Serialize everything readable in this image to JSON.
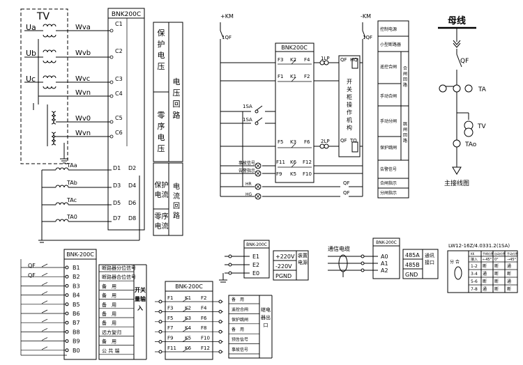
{
  "voltage_section": {
    "tv_label": "TV",
    "phases": [
      "Ua",
      "Ub",
      "Uc"
    ],
    "wires": [
      "Wva",
      "Wvb",
      "Wvc",
      "Wvn",
      "Wv0",
      "Wvn"
    ],
    "device": "BNK200C",
    "terminals": [
      "C1",
      "C2",
      "C3",
      "C4",
      "C5",
      "C6"
    ],
    "side_labels": {
      "protect_voltage": "保护电压",
      "voltage_loop": "电压回路",
      "zero_voltage": "零序电压"
    }
  },
  "current_section": {
    "cts": [
      "TAa",
      "TAb",
      "TAc",
      "TA0"
    ],
    "terminals_left": [
      "D1",
      "D3",
      "D5",
      "D7"
    ],
    "terminals_right": [
      "D2",
      "D4",
      "D6",
      "D8"
    ],
    "side_labels": {
      "protect_current": "保护电流",
      "current_loop": "电流回路",
      "zero_current": "零序电流"
    }
  },
  "control_section": {
    "plus_km": "+KM",
    "minus_km": "-KM",
    "fuse1": "1QF",
    "fuse2": "1QF",
    "device": "BNK200C",
    "row1": [
      "F3",
      "K2",
      "F4"
    ],
    "row2": [
      "F1",
      "K1",
      "F2"
    ],
    "row3": [
      "F5",
      "K3",
      "F6"
    ],
    "row4": [
      "F11",
      "K6",
      "F12"
    ],
    "row5": [
      "F9",
      "K5",
      "F10"
    ],
    "lp1": "1LP",
    "lp2": "2LP",
    "hq": "HQ",
    "tq": "TQ",
    "qf": "QF",
    "sa": "1SA",
    "mechanism": "开关柜操作机构",
    "fault_signal": "事故信号",
    "warn_signal": "告警指示",
    "hr": "HR",
    "hg": "HG",
    "right_labels": [
      "控制电源",
      "小型断路器",
      "遥控合闸",
      "合闸回路",
      "手动合闸",
      "手动分闸",
      "跳闸回路",
      "保护跳闸",
      "告警信号",
      "合闸指示",
      "分闸指示"
    ]
  },
  "main_wiring": {
    "bus": "母线",
    "qf": "QF",
    "ta": "TA",
    "tv": "TV",
    "tao": "TAo",
    "caption": "主接线图"
  },
  "input_section": {
    "device": "BNK-200C",
    "qf1": "QF",
    "qf2": "QF",
    "terminals": [
      "B1",
      "B2",
      "B3",
      "B4",
      "B5",
      "B6",
      "B7",
      "B8",
      "B9",
      "B0"
    ],
    "labels": [
      "断路器分位信号",
      "断路器合位信号",
      "备　用",
      "备　用",
      "备　用",
      "备　用",
      "备　用",
      "远方复归",
      "备　用",
      "公 共 端"
    ],
    "side": "开关量输入"
  },
  "output_section": {
    "device": "BNK-200C",
    "rows": [
      [
        "F1",
        "K1",
        "F2"
      ],
      [
        "F3",
        "K2",
        "F4"
      ],
      [
        "F5",
        "K3",
        "F6"
      ],
      [
        "F7",
        "K4",
        "F8"
      ],
      [
        "F9",
        "K5",
        "F10"
      ],
      [
        "F11",
        "K6",
        "F12"
      ]
    ],
    "labels": [
      "备　用",
      "遥控合闸",
      "保护跳闸",
      "备　用",
      "预告信号",
      "事故信号"
    ],
    "side": "继电器出口"
  },
  "power_section": {
    "device": "BNK-200C",
    "terminals": [
      "E1",
      "E2",
      "E0"
    ],
    "labels": [
      "+220V",
      "-220V",
      "PGND"
    ],
    "side": "装置电源"
  },
  "comm_section": {
    "cable": "通信电缆",
    "device": "BNK-200C",
    "terminals": [
      "A0",
      "A1",
      "A2"
    ],
    "labels": [
      "485A",
      "485B",
      "GND"
    ],
    "side": "通讯接口"
  },
  "switch_table": {
    "title": "LW12-16Z/4.0331.2(1SA)",
    "left_label": "分 合",
    "head": [
      "KK",
      "手柄位置",
      "自动位置",
      "手动位置"
    ],
    "sub": [
      "接入",
      "←45°",
      "0°",
      "→45°"
    ],
    "rows": [
      [
        "1-2",
        "断",
        "断",
        "通"
      ],
      [
        "3-4",
        "通",
        "断",
        "断"
      ],
      [
        "5-6",
        "断",
        "断",
        "通"
      ],
      [
        "7-8",
        "通",
        "断",
        "断"
      ]
    ]
  }
}
